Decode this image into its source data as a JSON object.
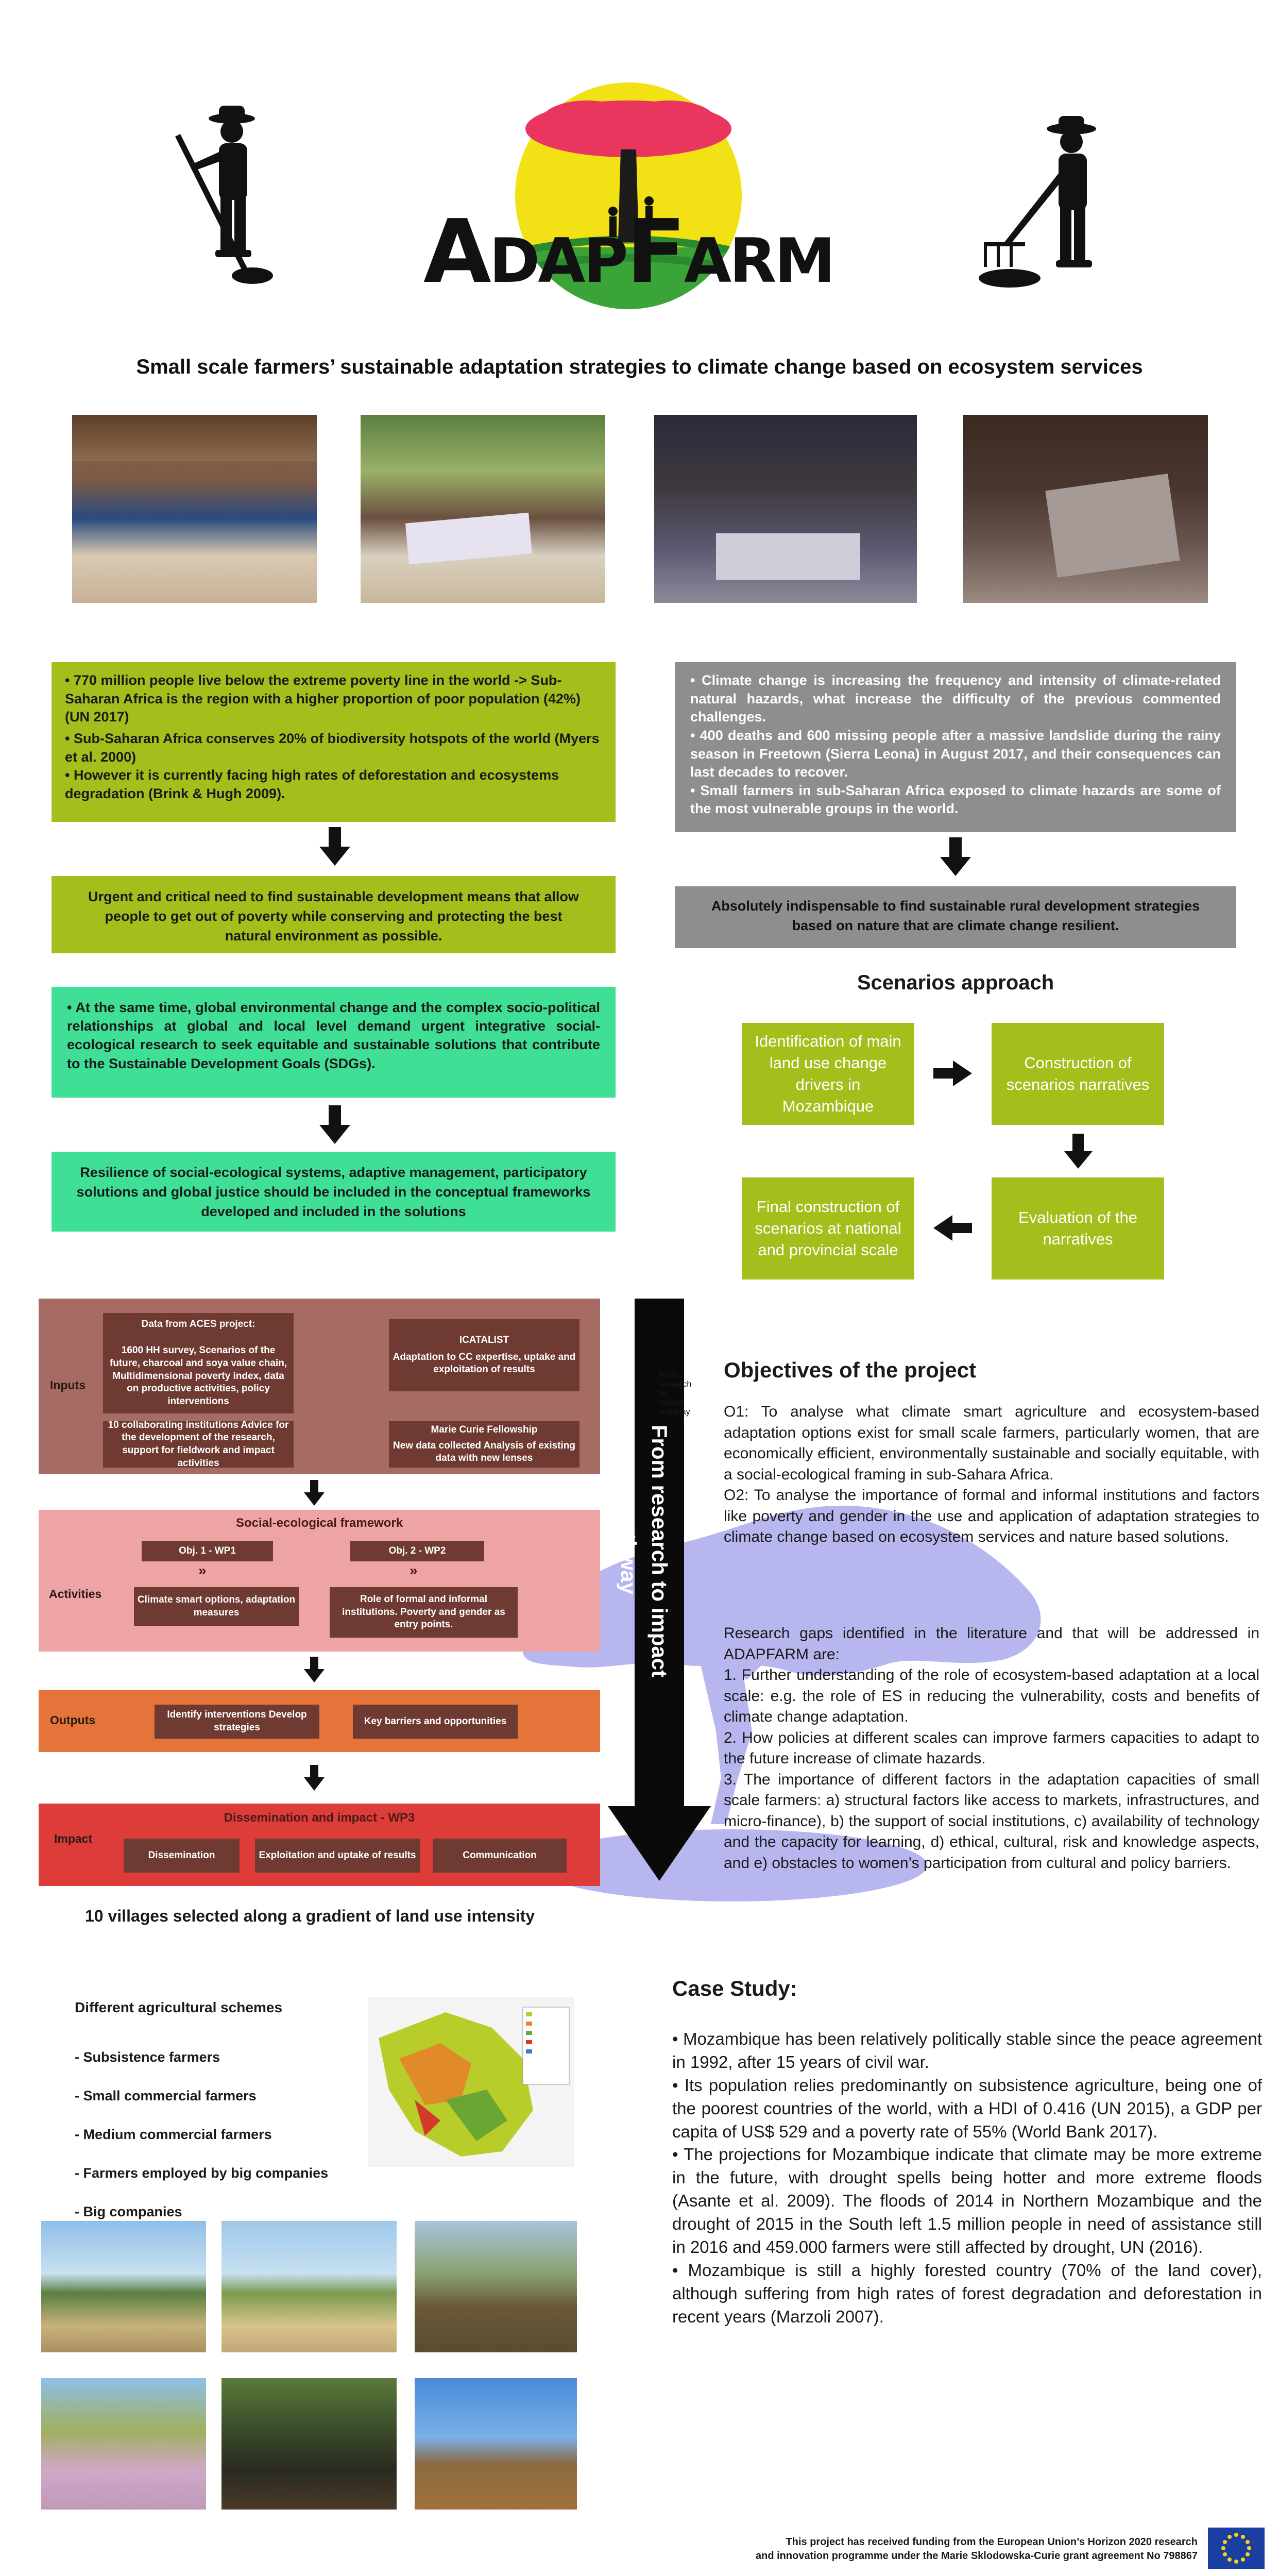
{
  "logo": {
    "text": "AdapFarm"
  },
  "title": "Small scale farmers’ sustainable adaptation strategies to climate change based on ecosystem services",
  "left_column": {
    "box1": [
      "• 770 million people live below the extreme poverty line in the world -> Sub-Saharan Africa is the region with a higher proportion of poor population (42%) (UN 2017)",
      "• Sub-Saharan Africa conserves 20% of biodiversity hotspots of the world (Myers et al. 2000)",
      "• However it is currently facing high rates of deforestation and ecosystems degradation (Brink & Hugh 2009)."
    ],
    "box2": "Urgent and critical need to find sustainable development means that allow people to get out of poverty while conserving and protecting the best natural environment as possible.",
    "box3": "• At the same time, global environmental change and the complex socio-political relationships at global and local level demand urgent integrative social-ecological research to seek equitable and sustainable solutions that contribute to the Sustainable Development Goals (SDGs).",
    "box4": "Resilience of social-ecological systems, adaptive management, participatory solutions and global justice should be included in the conceptual frameworks developed and included in the solutions"
  },
  "right_column": {
    "box1": [
      "• Climate change is increasing the frequency and intensity of climate-related natural hazards, what increase the difficulty of the previous commented challenges.",
      "• 400 deaths and 600 missing people after a massive landslide during the rainy season in Freetown (Sierra Leona) in August 2017, and their consequences can last decades to recover.",
      "• Small farmers in sub-Saharan Africa exposed to climate hazards are some of the most vulnerable groups in the world."
    ],
    "box2": "Absolutely indispensable to find sustainable rural development strategies based on nature that are climate change resilient."
  },
  "scenarios": {
    "heading": "Scenarios approach",
    "step1": "Identification of main land use change drivers in Mozambique",
    "step2": "Construction of scenarios narratives",
    "step3": "Evaluation of the narratives",
    "step4": "Final construction of scenarios at national and provincial scale"
  },
  "pathway": {
    "arrow_label": "From research to impact pathway",
    "inputs": {
      "label": "Inputs",
      "aces_title": "Data from ACES project:",
      "aces_text": "1600 HH survey, Scenarios of the future, charcoal and soya value chain, Multidimensional poverty index, data on productive activities, policy interventions",
      "icatalist_title": "ICATALIST",
      "icatalist_text": "Adaptation to CC expertise, uptake and exploitation of results",
      "collab": "10 collaborating institutions Advice for the development of the research, support for fieldwork and impact activities",
      "mc_title": "Marie Curie Fellowship",
      "mc_text": "New data collected Analysis of existing data with new lenses"
    },
    "activities": {
      "label": "Activities",
      "title": "Social-ecological framework",
      "obj1": "Obj. 1 - WP1",
      "obj2": "Obj. 2 - WP2",
      "obj1_text": "Climate smart options, adaptation measures",
      "obj2_text": "Role of formal and informal institutions. Poverty and gender as entry points."
    },
    "outputs": {
      "label": "Outputs",
      "box1": "Identify interventions Develop strategies",
      "box2": "Key barriers and opportunities"
    },
    "impact": {
      "label": "Impact",
      "title": "Dissemination and impact - WP3",
      "box1": "Dissemination",
      "box2": "Exploitation and uptake of results",
      "box3": "Communication"
    }
  },
  "objectives": {
    "heading": "Objectives of the project",
    "o1": "O1: To analyse what climate smart agriculture and ecosystem-based adaptation options exist for small scale farmers, particularly women, that are economically efficient, environmentally sustainable and socially equitable, with a social-ecological framing in sub-Sahara Africa.",
    "o2": "O2: To analyse the importance of formal and informal institutions and factors like poverty and gender in the use and application of adaptation strategies to climate change based on ecosystem services and nature based solutions.",
    "gaps_intro": "Research gaps identified in the literature and that will be addressed in ADAPFARM are:",
    "gap1": "1. Further understanding of the role of ecosystem-based adaptation at a local scale: e.g. the role of ES in reducing the vulnerability, costs and benefits of climate change adaptation.",
    "gap2": "2. How policies at different scales can improve farmers capacities to adapt to the future increase of climate hazards.",
    "gap3": "3. The importance of different factors in the adaptation capacities of small scale farmers: a) structural factors like access to markets, infrastructures, and micro-finance), b) the support of social institutions, c) availability of technology and the capacity for learning, d) ethical, cultural, risk and knowledge aspects, and e) obstacles to women’s participation from cultural and policy barriers."
  },
  "villages": {
    "heading": "10 villages selected along a gradient of land use intensity",
    "subheading": "Different agricultural schemes",
    "items": [
      "- Subsistence farmers",
      "- Small commercial farmers",
      "- Medium commercial farmers",
      "- Farmers employed by big companies",
      "- Big companies"
    ]
  },
  "case_study": {
    "heading": "Case Study:",
    "p1": "• Mozambique has been relatively politically stable since the peace agreement in 1992, after 15 years of civil war.",
    "p2": "• Its population relies predominantly on subsistence agriculture, being one of the poorest countries of the world, with a HDI of 0.416 (UN 2015), a GDP per capita of US$ 529 and a poverty rate of 55% (World Bank 2017).",
    "p3": "• The projections for Mozambique indicate that climate may be more extreme in the future, with drought spells being hotter and more extreme floods (Asante et al. 2009). The floods of 2014 in Northern Mozambique and the drought of 2015 in the South left 1.5 million people in need of assistance still in 2016 and 459.000 farmers were still affected by drought, UN (2016).",
    "p4": "• Mozambique is still a highly forested country (70% of the land cover), although suffering from high rates of forest degradation and deforestation in recent years (Marzoli 2007)."
  },
  "footer": {
    "line1": "This project has received funding from the European Union’s Horizon 2020 research",
    "line2": "and innovation programme under the Marie Sklodowska-Curie grant agreement No 798867"
  },
  "colors": {
    "olive": "#a3bf1c",
    "grey": "#8e8e8e",
    "green": "#3fe096",
    "brown": "#a66b62",
    "dark_brown": "#6e3a31",
    "pink": "#eea4a4",
    "orange": "#e4743a",
    "red": "#dd3c38",
    "tree": "#b5b5ee"
  }
}
